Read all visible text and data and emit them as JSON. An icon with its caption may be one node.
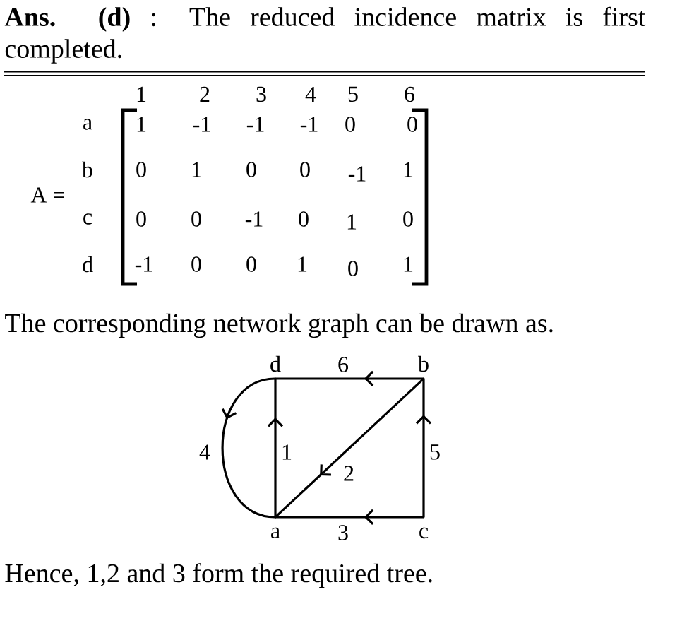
{
  "diagram": {
    "nodes": [
      {
        "text": [
          "d"
        ]
      },
      {
        "text": [
          "b"
        ]
      },
      {
        "text": [
          "a"
        ]
      },
      {
        "text": [
          "c"
        ]
      }
    ],
    "edges": [
      {
        "from": 2,
        "to": 0,
        "arrow": "to",
        "label": "1"
      },
      {
        "from": 1,
        "to": 2,
        "arrow": "to",
        "label": "2"
      },
      {
        "from": 3,
        "to": 2,
        "arrow": "to",
        "label": "3"
      },
      {
        "from": 0,
        "to": 2,
        "arrow": "to",
        "label": "4"
      },
      {
        "from": 3,
        "to": 1,
        "arrow": "to",
        "label": "5"
      },
      {
        "from": 1,
        "to": 0,
        "arrow": "to",
        "label": "6"
      }
    ],
    "labels": [
      "**Ans. (d)** : The reduced incidence matrix is first completed.",
      "1",
      "2",
      "3",
      "4",
      "5",
      "6",
      "a",
      "1",
      "-1",
      "-1",
      "-1",
      "0",
      "0",
      "b",
      "0",
      "1",
      "0",
      "0",
      "-1",
      "1",
      "A =",
      "c",
      "0",
      "0",
      "-1",
      "0",
      "1",
      "0",
      "d",
      "-1",
      "0",
      "0",
      "1",
      "0",
      "1",
      "The corresponding network graph can be drawn as.",
      "Hence, 1,2 and 3 form the required tree."
    ]
  }
}
